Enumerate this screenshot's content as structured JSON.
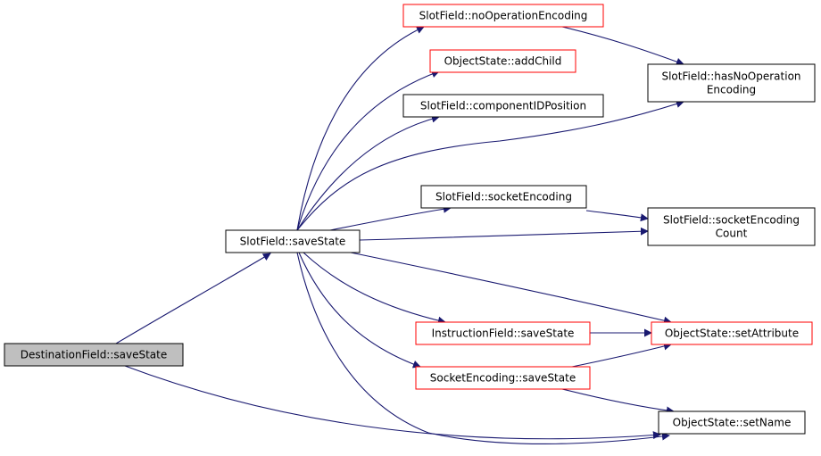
{
  "colors": {
    "edge": "#191970",
    "border_default": "#000000",
    "border_incomplete": "#ff0000",
    "fill_default": "#ffffff",
    "fill_root": "#bfbfbf"
  },
  "nodes": {
    "destination_field_save_state": {
      "lines": [
        "DestinationField::saveState"
      ],
      "style": "root"
    },
    "slot_field_save_state": {
      "lines": [
        "SlotField::saveState"
      ],
      "style": "default"
    },
    "slot_field_no_operation_encoding": {
      "lines": [
        "SlotField::noOperationEncoding"
      ],
      "style": "incomplete"
    },
    "object_state_add_child": {
      "lines": [
        "ObjectState::addChild"
      ],
      "style": "incomplete"
    },
    "slot_field_component_id_position": {
      "lines": [
        "SlotField::componentIDPosition"
      ],
      "style": "default"
    },
    "slot_field_socket_encoding": {
      "lines": [
        "SlotField::socketEncoding"
      ],
      "style": "default"
    },
    "instruction_field_save_state": {
      "lines": [
        "InstructionField::saveState"
      ],
      "style": "incomplete"
    },
    "socket_encoding_save_state": {
      "lines": [
        "SocketEncoding::saveState"
      ],
      "style": "incomplete"
    },
    "slot_field_has_no_operation_encoding": {
      "lines": [
        "SlotField::hasNoOperation",
        "Encoding"
      ],
      "style": "default"
    },
    "slot_field_socket_encoding_count": {
      "lines": [
        "SlotField::socketEncoding",
        "Count"
      ],
      "style": "default"
    },
    "object_state_set_attribute": {
      "lines": [
        "ObjectState::setAttribute"
      ],
      "style": "incomplete"
    },
    "object_state_set_name": {
      "lines": [
        "ObjectState::setName"
      ],
      "style": "default"
    }
  },
  "edges": [
    {
      "from": "destination_field_save_state",
      "to": "slot_field_save_state"
    },
    {
      "from": "destination_field_save_state",
      "to": "object_state_set_name"
    },
    {
      "from": "slot_field_save_state",
      "to": "slot_field_no_operation_encoding"
    },
    {
      "from": "slot_field_save_state",
      "to": "object_state_add_child"
    },
    {
      "from": "slot_field_save_state",
      "to": "slot_field_component_id_position"
    },
    {
      "from": "slot_field_save_state",
      "to": "slot_field_has_no_operation_encoding"
    },
    {
      "from": "slot_field_save_state",
      "to": "slot_field_socket_encoding"
    },
    {
      "from": "slot_field_save_state",
      "to": "slot_field_socket_encoding_count"
    },
    {
      "from": "slot_field_save_state",
      "to": "object_state_set_attribute"
    },
    {
      "from": "slot_field_save_state",
      "to": "instruction_field_save_state"
    },
    {
      "from": "slot_field_save_state",
      "to": "socket_encoding_save_state"
    },
    {
      "from": "slot_field_save_state",
      "to": "object_state_set_name"
    },
    {
      "from": "slot_field_no_operation_encoding",
      "to": "slot_field_has_no_operation_encoding"
    },
    {
      "from": "slot_field_socket_encoding",
      "to": "slot_field_socket_encoding_count"
    },
    {
      "from": "instruction_field_save_state",
      "to": "object_state_set_attribute"
    },
    {
      "from": "socket_encoding_save_state",
      "to": "object_state_set_attribute"
    },
    {
      "from": "socket_encoding_save_state",
      "to": "object_state_set_name"
    }
  ]
}
